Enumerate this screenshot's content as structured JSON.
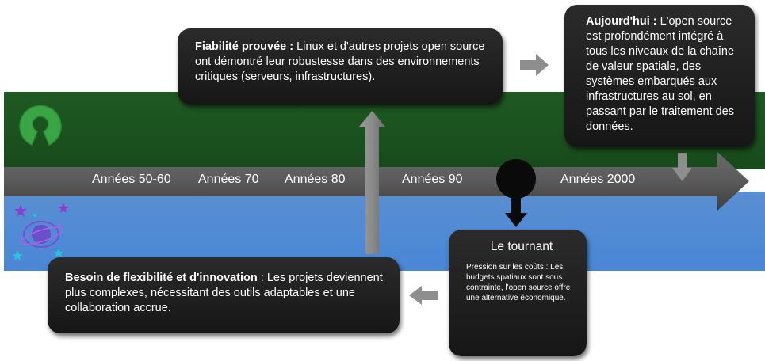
{
  "timeline": {
    "decades": [
      "Années 50-60",
      "Années 70",
      "Années 80",
      "Années  90",
      "Années  2000"
    ]
  },
  "boxes": {
    "fiabilite": {
      "title": "Fiabilité prouvée :",
      "text": " Linux et d'autres projets open source ont démontré leur robustesse dans des environnements critiques (serveurs, infrastructures)."
    },
    "aujourdhui": {
      "title": "Aujourd'hui :",
      "text": " L'open source est profondément intégré à tous les niveaux de la chaîne de valeur spatiale, des systèmes embarqués aux infrastructures au sol, en passant par le traitement des données."
    },
    "besoin": {
      "title": "Besoin de flexibilité et d'innovation",
      "text": " : Les projets deviennent plus complexes, nécessitant des outils adaptables et une collaboration accrue."
    },
    "tournant": {
      "title": "Le tournant",
      "text": "Pression sur les coûts : Les budgets spatiaux sont sous contrainte, l'open source offre une alternative économique."
    }
  },
  "colors": {
    "band_top": "#1f5a22",
    "band_bottom": "#4f8ad6",
    "arrow": "#545454",
    "box": "#1d1d1d",
    "logo_green": "#3aa545",
    "logo_purple": "#8a3fd0",
    "logo_cyan": "#27c2e0"
  },
  "icons": [
    "open-source-initiative-logo",
    "space-planet-logo"
  ]
}
